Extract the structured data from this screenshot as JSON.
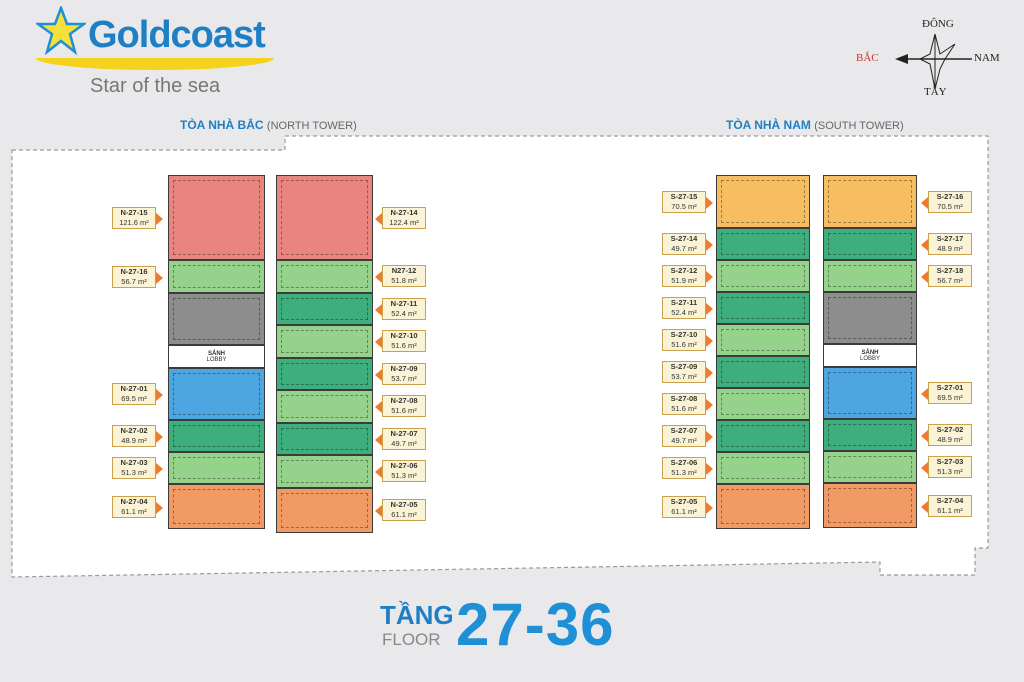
{
  "brand": {
    "name": "Goldcoast",
    "tagline": "Star of the sea"
  },
  "compass": {
    "north": "BẮC",
    "east": "ĐÔNG",
    "south": "NAM",
    "west": "TÂY"
  },
  "towers": {
    "north": {
      "title": "TÒA NHÀ BẮC",
      "subtitle": "(NORTH TOWER)"
    },
    "south": {
      "title": "TÒA NHÀ NAM",
      "subtitle": "(SOUTH TOWER)"
    }
  },
  "lobby": {
    "vi": "SẢNH",
    "en": "LOBBY"
  },
  "colors": {
    "pink": "#e8857f",
    "lightgreen": "#95d38d",
    "green": "#3fae7d",
    "blue": "#4ea6e0",
    "orange": "#f29a63",
    "yellow": "#f6be60",
    "core": "#8d8d8d",
    "accent": "#1f8fd6"
  },
  "stacks": {
    "north_left": [
      {
        "id": "N-27-15",
        "area": "121.6 m²",
        "color": "pink"
      },
      {
        "id": "N-27-16",
        "area": "56.7 m²",
        "color": "lightgreen"
      },
      {
        "kind": "core"
      },
      {
        "kind": "lobby"
      },
      {
        "id": "N-27-01",
        "area": "69.5 m²",
        "color": "blue"
      },
      {
        "id": "N-27-02",
        "area": "48.9 m²",
        "color": "green"
      },
      {
        "id": "N-27-03",
        "area": "51.3 m²",
        "color": "lightgreen"
      },
      {
        "id": "N-27-04",
        "area": "61.1 m²",
        "color": "orange"
      }
    ],
    "north_right": [
      {
        "id": "N-27-14",
        "area": "122.4 m²",
        "color": "pink"
      },
      {
        "id": "N27-12",
        "area": "51.8 m²",
        "color": "lightgreen"
      },
      {
        "id": "N-27-11",
        "area": "52.4 m²",
        "color": "green"
      },
      {
        "id": "N-27-10",
        "area": "51.6 m²",
        "color": "lightgreen"
      },
      {
        "id": "N-27-09",
        "area": "53.7 m²",
        "color": "green"
      },
      {
        "id": "N-27-08",
        "area": "51.6 m²",
        "color": "lightgreen"
      },
      {
        "id": "N-27-07",
        "area": "49.7 m²",
        "color": "green"
      },
      {
        "id": "N-27-06",
        "area": "51.3 m²",
        "color": "lightgreen"
      },
      {
        "id": "N-27-05",
        "area": "61.1 m²",
        "color": "orange"
      }
    ],
    "south_left": [
      {
        "id": "S-27-15",
        "area": "70.5 m²",
        "color": "yellow"
      },
      {
        "id": "S-27-14",
        "area": "49.7 m²",
        "color": "green"
      },
      {
        "id": "S-27-12",
        "area": "51.9 m²",
        "color": "lightgreen"
      },
      {
        "id": "S-27-11",
        "area": "52.4 m²",
        "color": "green"
      },
      {
        "id": "S-27-10",
        "area": "51.6 m²",
        "color": "lightgreen"
      },
      {
        "id": "S-27-09",
        "area": "53.7 m²",
        "color": "green"
      },
      {
        "id": "S-27-08",
        "area": "51.6 m²",
        "color": "lightgreen"
      },
      {
        "id": "S-27-07",
        "area": "49.7 m²",
        "color": "green"
      },
      {
        "id": "S-27-06",
        "area": "51.3 m²",
        "color": "lightgreen"
      },
      {
        "id": "S-27-05",
        "area": "61.1 m²",
        "color": "orange"
      }
    ],
    "south_right": [
      {
        "id": "S-27-16",
        "area": "70.5 m²",
        "color": "yellow"
      },
      {
        "id": "S-27-17",
        "area": "48.9 m²",
        "color": "green"
      },
      {
        "id": "S-27-18",
        "area": "56.7 m²",
        "color": "lightgreen"
      },
      {
        "kind": "core"
      },
      {
        "kind": "lobby"
      },
      {
        "id": "S-27-01",
        "area": "69.5 m²",
        "color": "blue"
      },
      {
        "id": "S-27-02",
        "area": "48.9 m²",
        "color": "green"
      },
      {
        "id": "S-27-03",
        "area": "51.3 m²",
        "color": "lightgreen"
      },
      {
        "id": "S-27-04",
        "area": "61.1 m²",
        "color": "orange"
      }
    ]
  },
  "floor": {
    "label_vi": "TẦNG",
    "label_en": "FLOOR",
    "range": "27-36"
  }
}
